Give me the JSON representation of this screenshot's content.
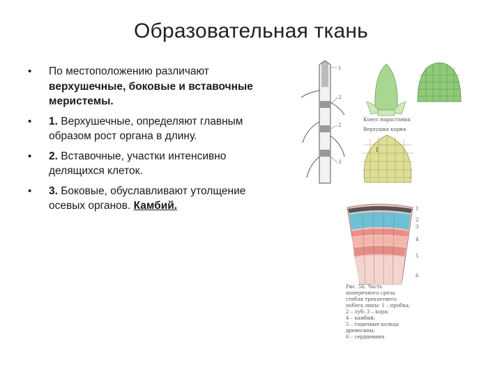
{
  "slide": {
    "title": "Образовательная ткань",
    "bullets": [
      {
        "plain": "По местоположению различают ",
        "bold": "верхушечные, боковые и вставочные меристемы."
      },
      {
        "bold": "1.",
        "plain": " Верхушечные, определяют главным образом рост органа в длину."
      },
      {
        "bold": "2.",
        "plain": " Вставочные, участки интенсивно делящихся клеток."
      },
      {
        "bold": "3.",
        "plain": " Боковые, обуславливают утолщение осевых органов. ",
        "link": "Камбий."
      }
    ]
  },
  "figure": {
    "stem_numbers": [
      "1",
      "2",
      "2",
      "3"
    ],
    "cell_number": "1",
    "cone_caption": "Конус нарастания",
    "root_caption": "Верхушка корня",
    "section_numbers": [
      "1",
      "2",
      "3",
      "4",
      "5",
      "6"
    ],
    "caption_lines": [
      "Рис. 56. Часть",
      "поперечного среза",
      "стебля трехлетнего",
      "побега липы: 1 – пробка;",
      "2 – луб; 3 – кора;",
      "4 – камбий;",
      "5 – годичные кольца",
      "древесины;",
      "6 – сердцевина"
    ]
  },
  "colors": {
    "meristem_green": "#8fc97a",
    "cells_yellow": "#d8d88a",
    "section_pink": "#e8a7a0",
    "section_blue": "#5fb8cf"
  }
}
